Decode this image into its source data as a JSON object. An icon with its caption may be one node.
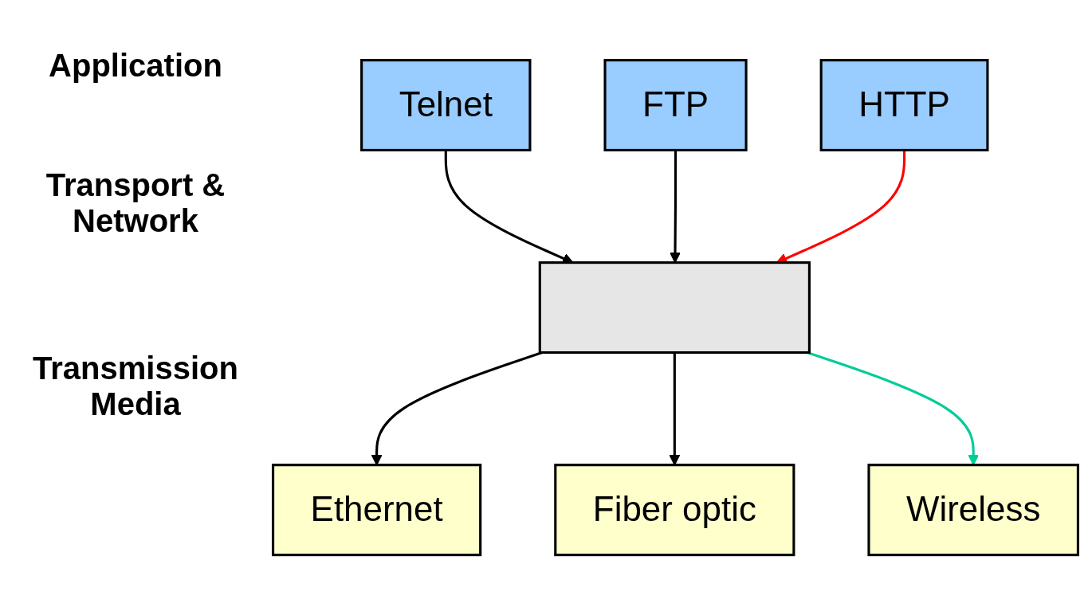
{
  "diagram": {
    "nodes": [
      {
        "text": [
          "Telnet"
        ]
      },
      {
        "text": [
          "FTP"
        ]
      },
      {
        "text": [
          "HTTP"
        ]
      },
      {
        "text": [],
        "shape": "box"
      },
      {
        "text": [
          "Ethernet"
        ]
      },
      {
        "text": [
          "Fiber optic"
        ]
      },
      {
        "text": [
          "Wireless"
        ]
      }
    ],
    "edges": [
      {
        "from": 0,
        "to": 3,
        "arrow": "to"
      },
      {
        "from": 1,
        "to": 3,
        "arrow": "to"
      },
      {
        "from": 2,
        "to": 3,
        "arrow": "to",
        "color": "#ff0000"
      },
      {
        "from": 3,
        "to": 4,
        "arrow": "to"
      },
      {
        "from": 3,
        "to": 5,
        "arrow": "to"
      },
      {
        "from": 3,
        "to": 6,
        "arrow": "to",
        "color": "#00cc99"
      }
    ],
    "labels": [
      "Application",
      "Transport & Network",
      "Transmission Media"
    ]
  }
}
